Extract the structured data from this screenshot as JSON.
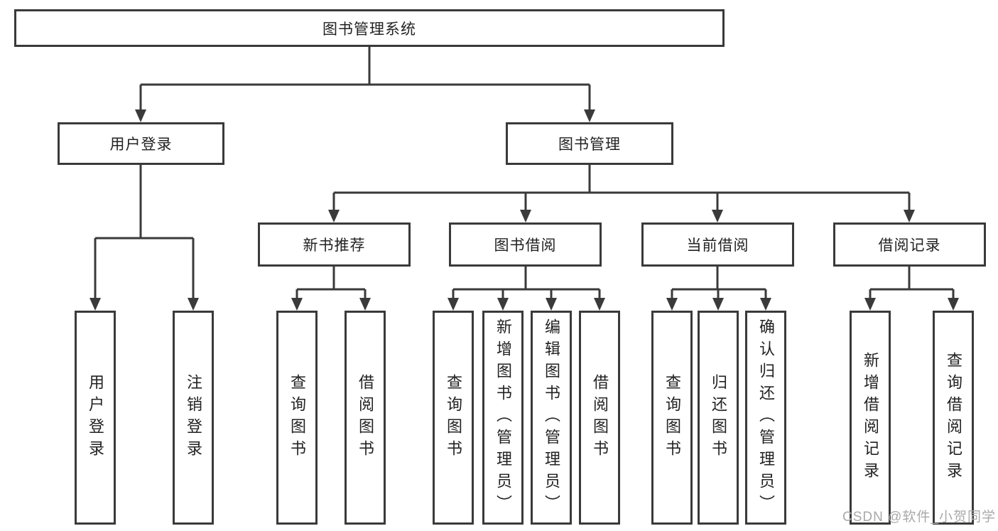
{
  "diagram": {
    "root": {
      "label": "图书管理系统"
    },
    "branches": [
      {
        "label": "用户登录",
        "children": [
          {
            "label": "用户登录"
          },
          {
            "label": "注销登录"
          }
        ]
      },
      {
        "label": "图书管理",
        "children": [
          {
            "label": "新书推荐",
            "children": [
              {
                "label": "查询图书"
              },
              {
                "label": "借阅图书"
              }
            ]
          },
          {
            "label": "图书借阅",
            "children": [
              {
                "label": "查询图书"
              },
              {
                "label": "新增图书（管理员）"
              },
              {
                "label": "编辑图书（管理员）"
              },
              {
                "label": "借阅图书"
              }
            ]
          },
          {
            "label": "当前借阅",
            "children": [
              {
                "label": "查询图书"
              },
              {
                "label": "归还图书"
              },
              {
                "label": "确认归还（管理员）"
              }
            ]
          },
          {
            "label": "借阅记录",
            "children": [
              {
                "label": "新增借阅记录"
              },
              {
                "label": "查询借阅记录"
              }
            ]
          }
        ]
      }
    ]
  },
  "watermark": {
    "text": "CSDN @软件_小贺同学"
  },
  "colors": {
    "line": "#3a3a3a",
    "box_border": "#3a3a3a",
    "text": "#222222",
    "watermark": "#a9a9a9",
    "background": "#ffffff"
  }
}
